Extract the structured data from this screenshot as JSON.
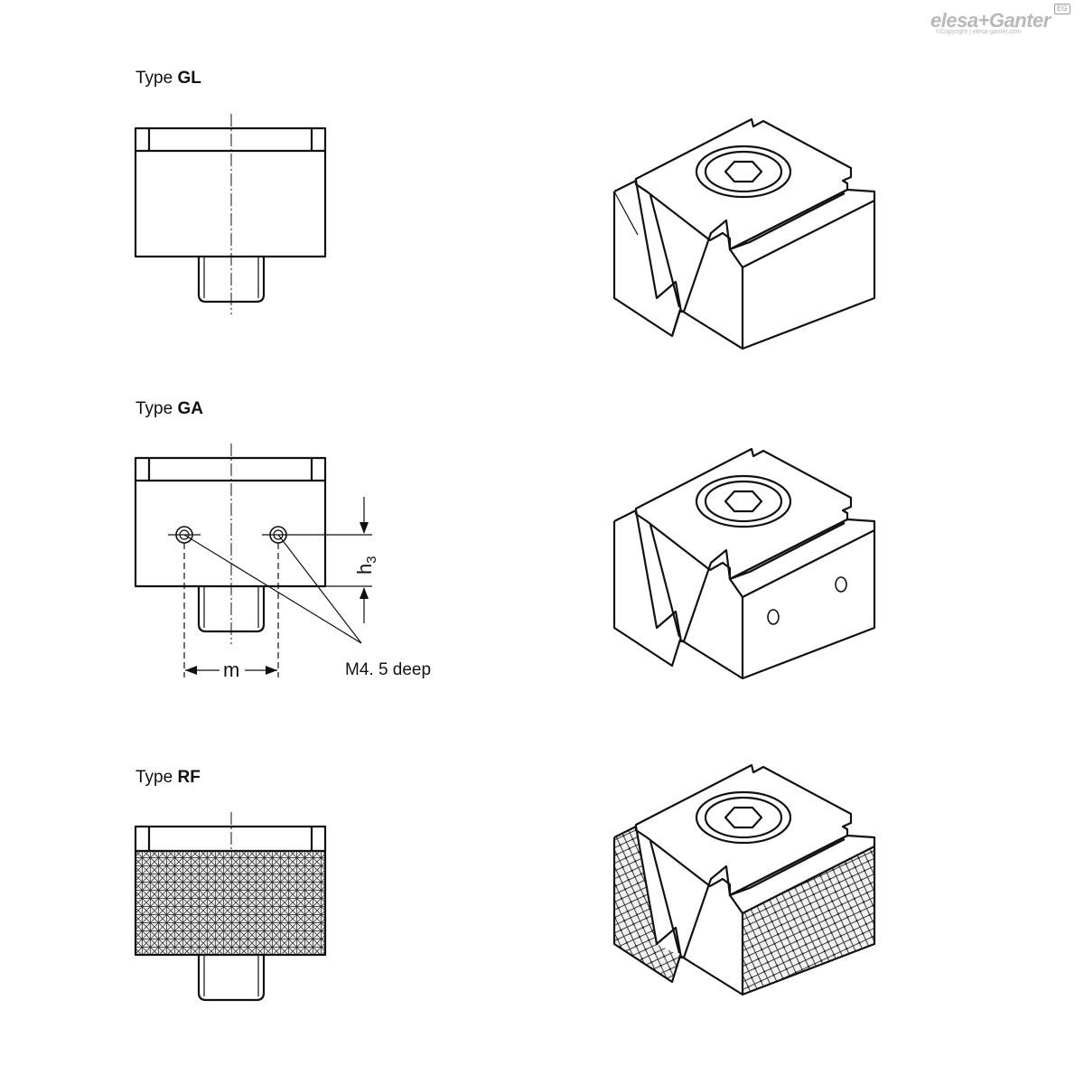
{
  "logo": {
    "brand": "elesa+Ganter",
    "copyright": "©Copyright | elesa-ganter.com",
    "badge": "EG"
  },
  "types": [
    {
      "prefix": "Type ",
      "code": "GL"
    },
    {
      "prefix": "Type ",
      "code": "GA"
    },
    {
      "prefix": "Type ",
      "code": "RF"
    }
  ],
  "dimensions": {
    "h": "h",
    "h_sub": "3",
    "m": "m"
  },
  "note": "M4. 5 deep"
}
